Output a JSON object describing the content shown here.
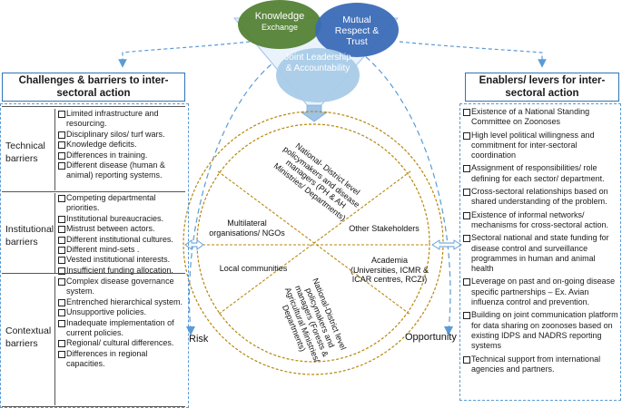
{
  "venn": {
    "knowledge_big": "Knowledge",
    "knowledge_small": "Exchange",
    "mutual": "Mutual Respect & Trust",
    "joint": "Joint Leadership & Accountability"
  },
  "left_title": "Challenges & barriers to inter-sectoral action",
  "right_title": "Enablers/ levers for inter-sectoral action",
  "left_rows": [
    {
      "label": "Technical barriers",
      "items": [
        "Limited infrastructure and resourcing.",
        "Disciplinary silos/ turf wars.",
        "Knowledge deficits.",
        "Differences in training.",
        "Different disease (human & animal) reporting systems."
      ]
    },
    {
      "label": "Institutional barriers",
      "items": [
        "Competing departmental priorities.",
        "Institutional bureaucracies.",
        "Mistrust between actors.",
        "Different institutional cultures.",
        "Different mind-sets .",
        "Vested institutional interests.",
        "Insufficient funding allocation."
      ]
    },
    {
      "label": "Contextual barriers",
      "items": [
        "Complex disease governance system.",
        "Entrenched hierarchical system.",
        "Unsupportive policies.",
        "Inadequate implementation of current policies.",
        "Regional/ cultural differences.",
        "Differences in regional capacities."
      ]
    }
  ],
  "right_items": [
    "Existence of a National Standing Committee on Zoonoses",
    "High level political willingness and commitment for inter-sectoral coordination",
    "Assignment of responsibilities/ role defining for each sector/ department.",
    "Cross-sectoral relationships based on shared understanding of the problem.",
    "Existence of informal networks/ mechanisms for cross-sectoral action.",
    "Sectoral national and state funding for disease control and surveillance programmes in human and animal health",
    "Leverage on past and on-going disease specific partnerships – Ex. Avian influenza control and prevention.",
    "Building on joint communication platform for data sharing on zoonoses based on existing IDPS and NADRS reporting systems",
    "Technical support from international agencies and partners."
  ],
  "circle": {
    "top": "National- District level policymakers and disease managers (PH & AH Ministries/ Departments)",
    "multilateral": "Multilateral organisations/ NGOs",
    "other": "Other Stakeholders",
    "local": "Local communities",
    "academia": "Academia (Universities, ICMR & ICAR centres, RCZI)",
    "bottom": "National-District level policymakers and managers (Forests & Agricultural Ministries/ Departments)"
  },
  "risk": "Risk",
  "opportunity": "Opportunity",
  "colors": {
    "knowledge": "#548235",
    "mutual": "#2e5fa8",
    "joint": "#9dc3e6",
    "ring": "#b8860b",
    "blue_line": "#5b9bd5"
  }
}
